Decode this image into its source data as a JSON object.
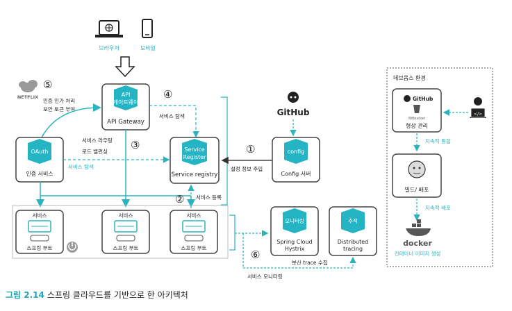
{
  "clients": {
    "browser": "브라우저",
    "mobile": "모바일"
  },
  "gateway": {
    "hex_line1": "API",
    "hex_line2": "게이트웨이",
    "label": "API Gateway"
  },
  "netflix": {
    "logo": "NETFLIX"
  },
  "step5": {
    "num": "⑤",
    "line1": "인증 인가 처리",
    "line2": "보안 토큰 부여"
  },
  "step4": {
    "num": "④",
    "text": "서비스 탐색"
  },
  "step3": {
    "num": "③",
    "line1": "서비스 라우팅",
    "line2": "로드 밸런싱"
  },
  "oauth": {
    "hex": "OAuth",
    "label": "인증 서비스"
  },
  "discovery_label": "서비스 탐색",
  "registry": {
    "hex_line1": "Service",
    "hex_line2": "Register",
    "label": "Service registry"
  },
  "step1": {
    "num": "①",
    "text": "설정 정보 주입"
  },
  "github": {
    "text": "GitHub"
  },
  "config": {
    "hex": "config",
    "label": "Config 서버"
  },
  "step2": {
    "num": "②",
    "text": "서비스 등록"
  },
  "services": [
    {
      "title": "서비스",
      "label": "스프링 부트"
    },
    {
      "title": "서비스",
      "label": "스프링 부트"
    },
    {
      "title": "서비스",
      "label": "스프링 부트"
    }
  ],
  "monitoring": {
    "hex": "모니터링",
    "label_line1": "Spring Cloud",
    "label_line2": "Hystrix"
  },
  "tracing": {
    "hex": "추적",
    "label_line1": "Distributed",
    "label_line2": "tracing"
  },
  "step6": {
    "num": "⑥",
    "trace_text": "분산 trace 수집",
    "monitor_text": "서비스 모니터링"
  },
  "devops": {
    "title": "데브옵스 환경",
    "github_text": "GitHub",
    "bitbucket_text": "Bitbucket",
    "vcs_label": "형상 관리",
    "ci_label": "지속적 통합",
    "build_label": "빌드/ 배포",
    "cd_label": "지속적 배포",
    "docker_text": "docker",
    "container_label": "컨테이너 이미지 생성"
  },
  "caption": {
    "number": "그림 2.14",
    "text": "스프링 클라우드를 기반으로 한 아키텍처"
  },
  "colors": {
    "accent": "#2bb3c0",
    "hex_fill": "#24b4c4",
    "hex_text": "#ffffff",
    "box_border": "#444444"
  }
}
